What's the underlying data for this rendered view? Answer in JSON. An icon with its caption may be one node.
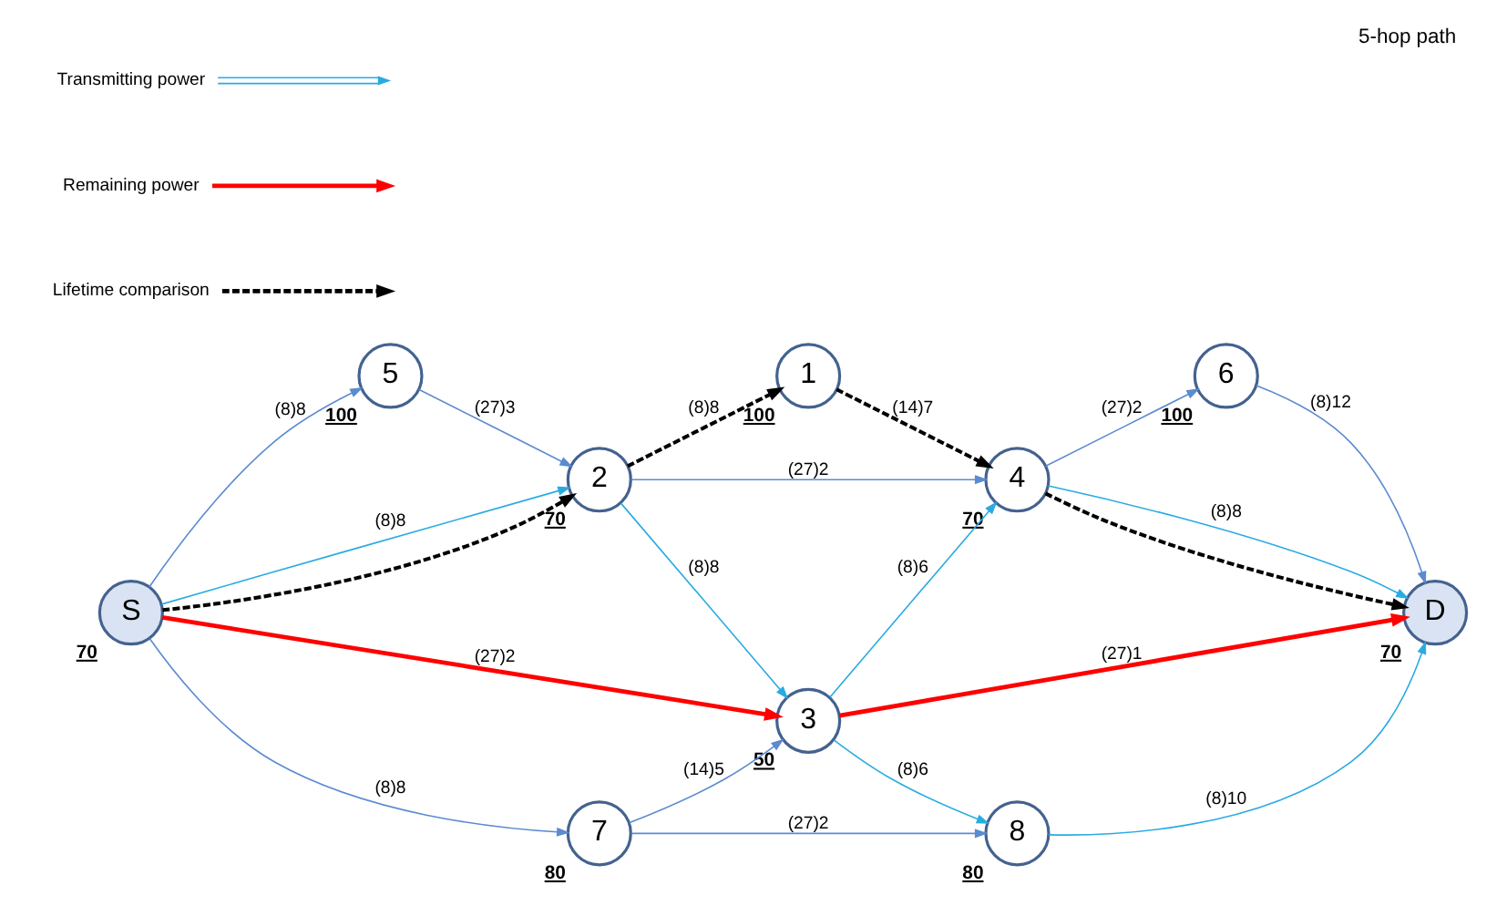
{
  "diagram": {
    "title": "5-hop path",
    "nodes": [
      {
        "text": [
          "1"
        ],
        "beside": [
          "100"
        ]
      },
      {
        "text": [
          "5"
        ],
        "beside": [
          "100"
        ]
      },
      {
        "text": [
          "2"
        ],
        "beside": [
          "70"
        ]
      },
      {
        "text": [
          "4"
        ],
        "beside": [
          "70"
        ]
      },
      {
        "text": [
          "6"
        ],
        "beside": [
          "100"
        ]
      },
      {
        "text": [
          "S"
        ],
        "beside": [
          "70"
        ]
      },
      {
        "text": [
          "3"
        ],
        "beside": [
          "50"
        ]
      },
      {
        "text": [
          "D"
        ],
        "beside": [
          "70"
        ]
      },
      {
        "text": [
          "7"
        ],
        "beside": [
          "80"
        ]
      },
      {
        "text": [
          "8"
        ],
        "beside": [
          "80"
        ]
      }
    ],
    "edges": [
      {
        "from": 1,
        "to": 2,
        "arrow": "to",
        "label": "(27)3"
      },
      {
        "from": 5,
        "to": 1,
        "arrow": "to",
        "label": "(8)8"
      },
      {
        "from": 2,
        "to": 3,
        "arrow": "to",
        "label": "(27)2"
      },
      {
        "from": 3,
        "to": 4,
        "arrow": "to",
        "label": "(27)2"
      },
      {
        "from": 4,
        "to": 7,
        "arrow": "to",
        "label": "(8)12"
      },
      {
        "from": 5,
        "to": 8,
        "arrow": "to",
        "label": "(8)8"
      },
      {
        "from": 8,
        "to": 6,
        "arrow": "to",
        "label": "(14)5"
      },
      {
        "from": 8,
        "to": 9,
        "arrow": "to",
        "label": "(27)2"
      },
      {
        "from": 5,
        "to": 2,
        "arrow": "to",
        "label": "(8)8",
        "color": "#29abe2"
      },
      {
        "from": 2,
        "to": 6,
        "arrow": "to",
        "label": "(8)8",
        "color": "#29abe2"
      },
      {
        "from": 6,
        "to": 3,
        "arrow": "to",
        "label": "(8)6",
        "color": "#29abe2"
      },
      {
        "from": 3,
        "to": 7,
        "arrow": "to",
        "label": "(8)8",
        "color": "#29abe2"
      },
      {
        "from": 6,
        "to": 9,
        "arrow": "to",
        "label": "(8)6",
        "color": "#29abe2"
      },
      {
        "from": 9,
        "to": 7,
        "arrow": "to",
        "label": "(8)10",
        "color": "#29abe2"
      },
      {
        "from": 5,
        "to": 2,
        "arrow": "to",
        "style": "dashed",
        "color": "#000000"
      },
      {
        "from": 2,
        "to": 0,
        "arrow": "to",
        "label": "(8)8",
        "style": "dashed",
        "color": "#000000"
      },
      {
        "from": 0,
        "to": 3,
        "arrow": "to",
        "label": "(14)7",
        "style": "dashed",
        "color": "#000000"
      },
      {
        "from": 3,
        "to": 7,
        "arrow": "to",
        "style": "dashed",
        "color": "#000000"
      },
      {
        "from": 5,
        "to": 6,
        "arrow": "to",
        "label": "(27)2",
        "style": "thick",
        "color": "#ff0000"
      },
      {
        "from": 6,
        "to": 7,
        "arrow": "to",
        "label": "(27)1",
        "style": "thick",
        "color": "#ff0000"
      }
    ],
    "legend": [
      {
        "text": "Transmitting power"
      },
      {
        "text": "Remaining power"
      },
      {
        "text": "Lifetime comparison"
      }
    ]
  }
}
